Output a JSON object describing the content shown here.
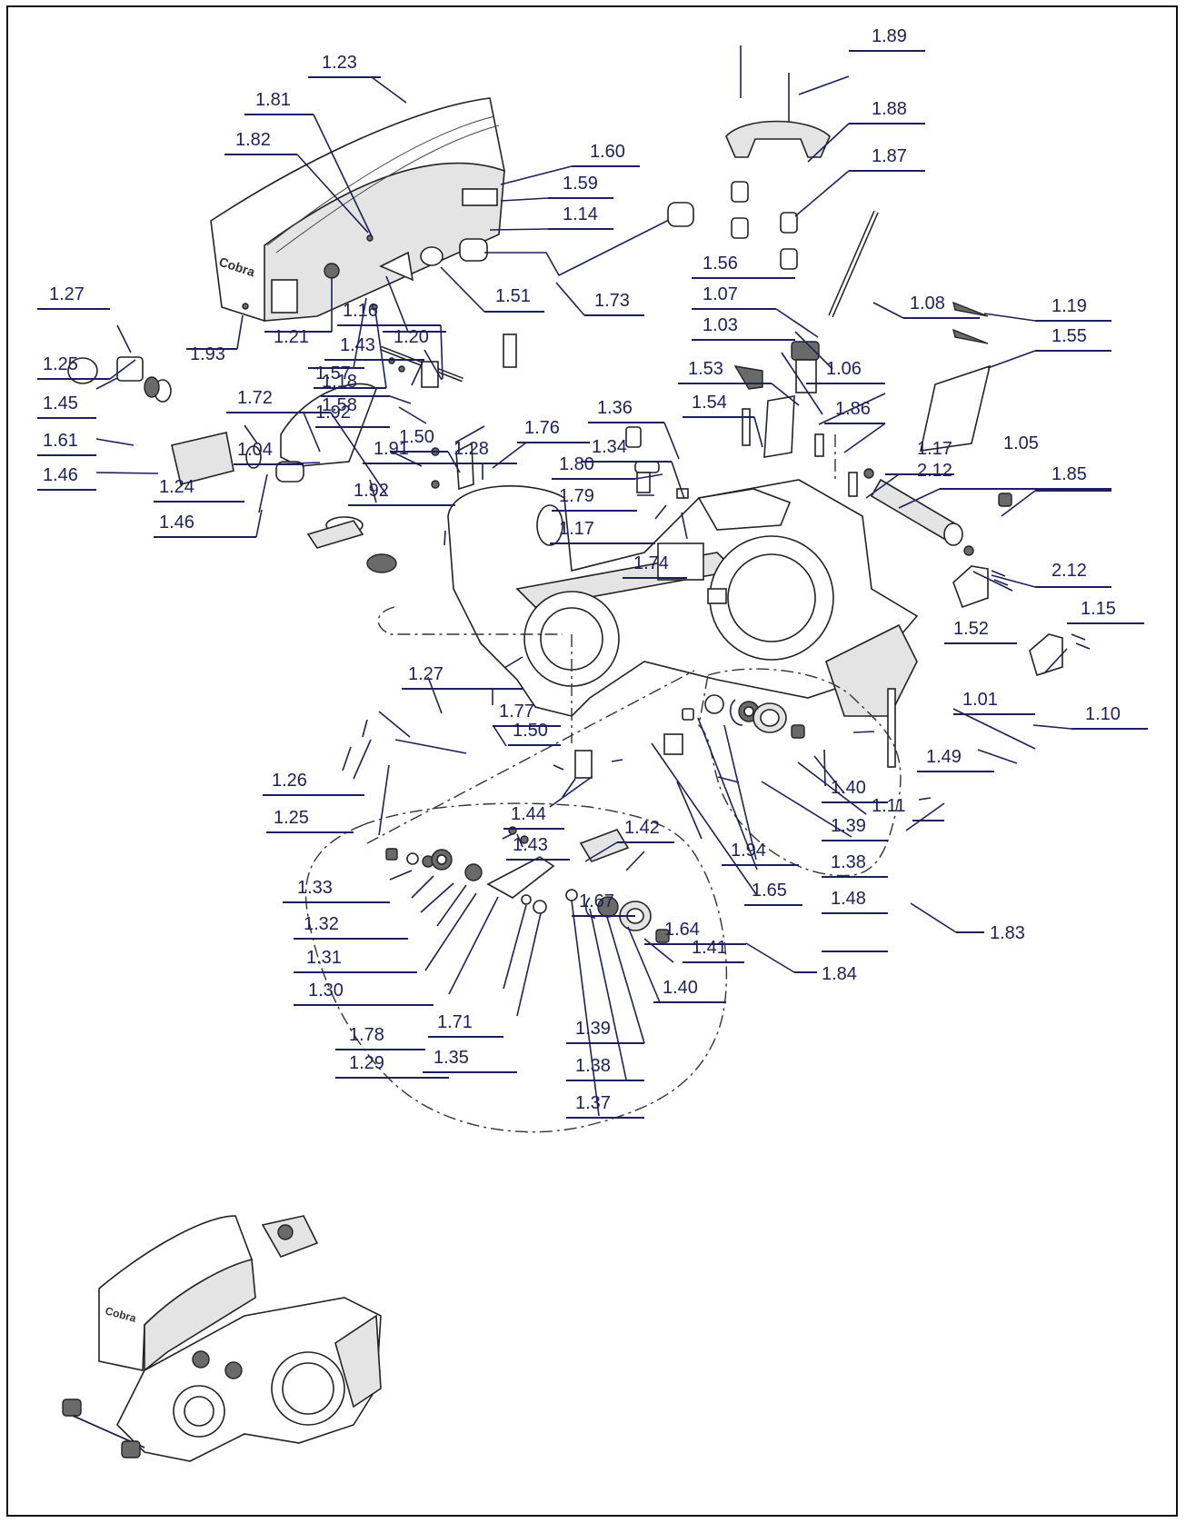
{
  "callouts": [
    {
      "id": "1.23",
      "text": "1.23"
    },
    {
      "id": "1.81",
      "text": "1.81"
    },
    {
      "id": "1.82",
      "text": "1.82"
    },
    {
      "id": "1.60",
      "text": "1.60"
    },
    {
      "id": "1.59",
      "text": "1.59"
    },
    {
      "id": "1.14",
      "text": "1.14"
    },
    {
      "id": "1.51",
      "text": "1.51"
    },
    {
      "id": "1.20",
      "text": "1.20"
    },
    {
      "id": "1.21",
      "text": "1.21"
    },
    {
      "id": "1.57",
      "text": "1.57"
    },
    {
      "id": "1.58",
      "text": "1.58"
    },
    {
      "id": "1.93",
      "text": "1.93"
    },
    {
      "id": "1.73",
      "text": "1.73"
    },
    {
      "id": "1.89",
      "text": "1.89"
    },
    {
      "id": "1.88",
      "text": "1.88"
    },
    {
      "id": "1.87",
      "text": "1.87"
    },
    {
      "id": "1.08",
      "text": "1.08"
    },
    {
      "id": "1.56",
      "text": "1.56"
    },
    {
      "id": "1.07",
      "text": "1.07"
    },
    {
      "id": "1.03",
      "text": "1.03"
    },
    {
      "id": "1.53",
      "text": "1.53"
    },
    {
      "id": "1.54",
      "text": "1.54"
    },
    {
      "id": "1.06",
      "text": "1.06"
    },
    {
      "id": "1.86",
      "text": "1.86"
    },
    {
      "id": "1.19",
      "text": "1.19"
    },
    {
      "id": "1.55",
      "text": "1.55"
    },
    {
      "id": "1.17a",
      "text": "1.17"
    },
    {
      "id": "2.12a",
      "text": "2.12"
    },
    {
      "id": "1.05",
      "text": "1.05"
    },
    {
      "id": "1.85",
      "text": "1.85"
    },
    {
      "id": "2.12b",
      "text": "2.12"
    },
    {
      "id": "1.36",
      "text": "1.36"
    },
    {
      "id": "1.34",
      "text": "1.34"
    },
    {
      "id": "1.80",
      "text": "1.80"
    },
    {
      "id": "1.79",
      "text": "1.79"
    },
    {
      "id": "1.17b",
      "text": "1.17"
    },
    {
      "id": "1.74",
      "text": "1.74"
    },
    {
      "id": "1.50a",
      "text": "1.50"
    },
    {
      "id": "1.76",
      "text": "1.76"
    },
    {
      "id": "1.16",
      "text": "1.16"
    },
    {
      "id": "1.43a",
      "text": "1.43"
    },
    {
      "id": "1.18",
      "text": "1.18"
    },
    {
      "id": "1.92a",
      "text": "1.92"
    },
    {
      "id": "1.91",
      "text": "1.91"
    },
    {
      "id": "1.92b",
      "text": "1.92"
    },
    {
      "id": "1.27a",
      "text": "1.27"
    },
    {
      "id": "1.72",
      "text": "1.72"
    },
    {
      "id": "1.04",
      "text": "1.04"
    },
    {
      "id": "1.25a",
      "text": "1.25"
    },
    {
      "id": "1.45",
      "text": "1.45"
    },
    {
      "id": "1.61",
      "text": "1.61"
    },
    {
      "id": "1.46a",
      "text": "1.46"
    },
    {
      "id": "1.24",
      "text": "1.24"
    },
    {
      "id": "1.46b",
      "text": "1.46"
    },
    {
      "id": "1.28",
      "text": "1.28"
    },
    {
      "id": "1.27b",
      "text": "1.27"
    },
    {
      "id": "1.77",
      "text": "1.77"
    },
    {
      "id": "1.26",
      "text": "1.26"
    },
    {
      "id": "1.50b",
      "text": "1.50"
    },
    {
      "id": "1.25b",
      "text": "1.25"
    },
    {
      "id": "1.15",
      "text": "1.15"
    },
    {
      "id": "1.10",
      "text": "1.10"
    },
    {
      "id": "1.01",
      "text": "1.01"
    },
    {
      "id": "1.52",
      "text": "1.52"
    },
    {
      "id": "1.11",
      "text": "1.11"
    },
    {
      "id": "1.49",
      "text": "1.49"
    },
    {
      "id": "1.40a",
      "text": "1.40"
    },
    {
      "id": "1.39a",
      "text": "1.39"
    },
    {
      "id": "1.94",
      "text": "1.94"
    },
    {
      "id": "1.38a",
      "text": "1.38"
    },
    {
      "id": "1.65",
      "text": "1.65"
    },
    {
      "id": "1.48",
      "text": "1.48"
    },
    {
      "id": "1.64",
      "text": "1.64"
    },
    {
      "id": "1.83",
      "text": "1.83"
    },
    {
      "id": "1.44",
      "text": "1.44"
    },
    {
      "id": "1.43b",
      "text": "1.43"
    },
    {
      "id": "1.67",
      "text": "1.67"
    },
    {
      "id": "1.42",
      "text": "1.42"
    },
    {
      "id": "1.33",
      "text": "1.33"
    },
    {
      "id": "1.32",
      "text": "1.32"
    },
    {
      "id": "1.31",
      "text": "1.31"
    },
    {
      "id": "1.30",
      "text": "1.30"
    },
    {
      "id": "1.78",
      "text": "1.78"
    },
    {
      "id": "1.29",
      "text": "1.29"
    },
    {
      "id": "1.71",
      "text": "1.71"
    },
    {
      "id": "1.35",
      "text": "1.35"
    },
    {
      "id": "1.41",
      "text": "1.41"
    },
    {
      "id": "1.40b",
      "text": "1.40"
    },
    {
      "id": "1.39b",
      "text": "1.39"
    },
    {
      "id": "1.38b",
      "text": "1.38"
    },
    {
      "id": "1.37",
      "text": "1.37"
    },
    {
      "id": "1.84",
      "text": "1.84"
    }
  ],
  "logo_text": "Cobra",
  "colors": {
    "label": "#1d1f5e",
    "line": "#222222",
    "background": "#ffffff"
  }
}
